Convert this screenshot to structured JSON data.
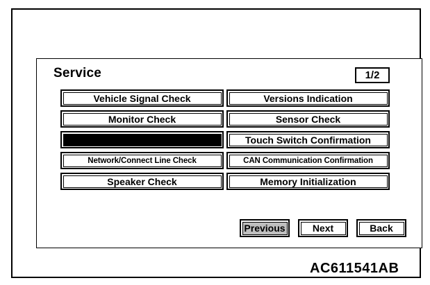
{
  "figure": {
    "code": "AC611541AB"
  },
  "screen": {
    "title": "Service",
    "page_indicator": "1/2",
    "menu_rows": [
      {
        "left": "Vehicle Signal Check",
        "right": "Versions Indication"
      },
      {
        "left": "Monitor Check",
        "right": "Sensor Check"
      },
      {
        "left": "",
        "right": "Touch Switch Confirmation"
      },
      {
        "left": "Network/Connect Line Check",
        "right": "CAN Communication Confirmation"
      },
      {
        "left": "Speaker Check",
        "right": "Memory Initialization"
      }
    ],
    "nav": {
      "previous": "Previous",
      "next": "Next",
      "back": "Back"
    },
    "colors": {
      "selected_fill": "#bfbfbf",
      "blank_fill": "#000000",
      "outline": "#000000",
      "background": "#ffffff"
    }
  }
}
